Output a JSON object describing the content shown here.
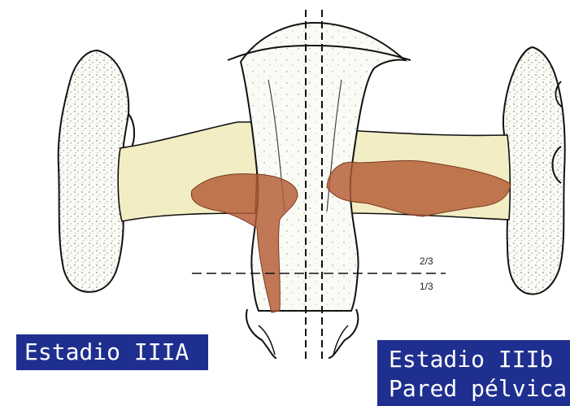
{
  "labels": {
    "left_stage": "Estadio IIIA",
    "right_stage_line1": "Estadio IIIb",
    "right_stage_line2": "Pared pélvica"
  },
  "fractions": {
    "upper": "2/3",
    "lower": "1/3"
  },
  "colors": {
    "bone_fill": "#fbfbf6",
    "parametrium_fill": "#f3edc4",
    "tumor_fill": "#b35a33",
    "label_bg": "#1f2f8f",
    "label_text": "#ffffff"
  }
}
